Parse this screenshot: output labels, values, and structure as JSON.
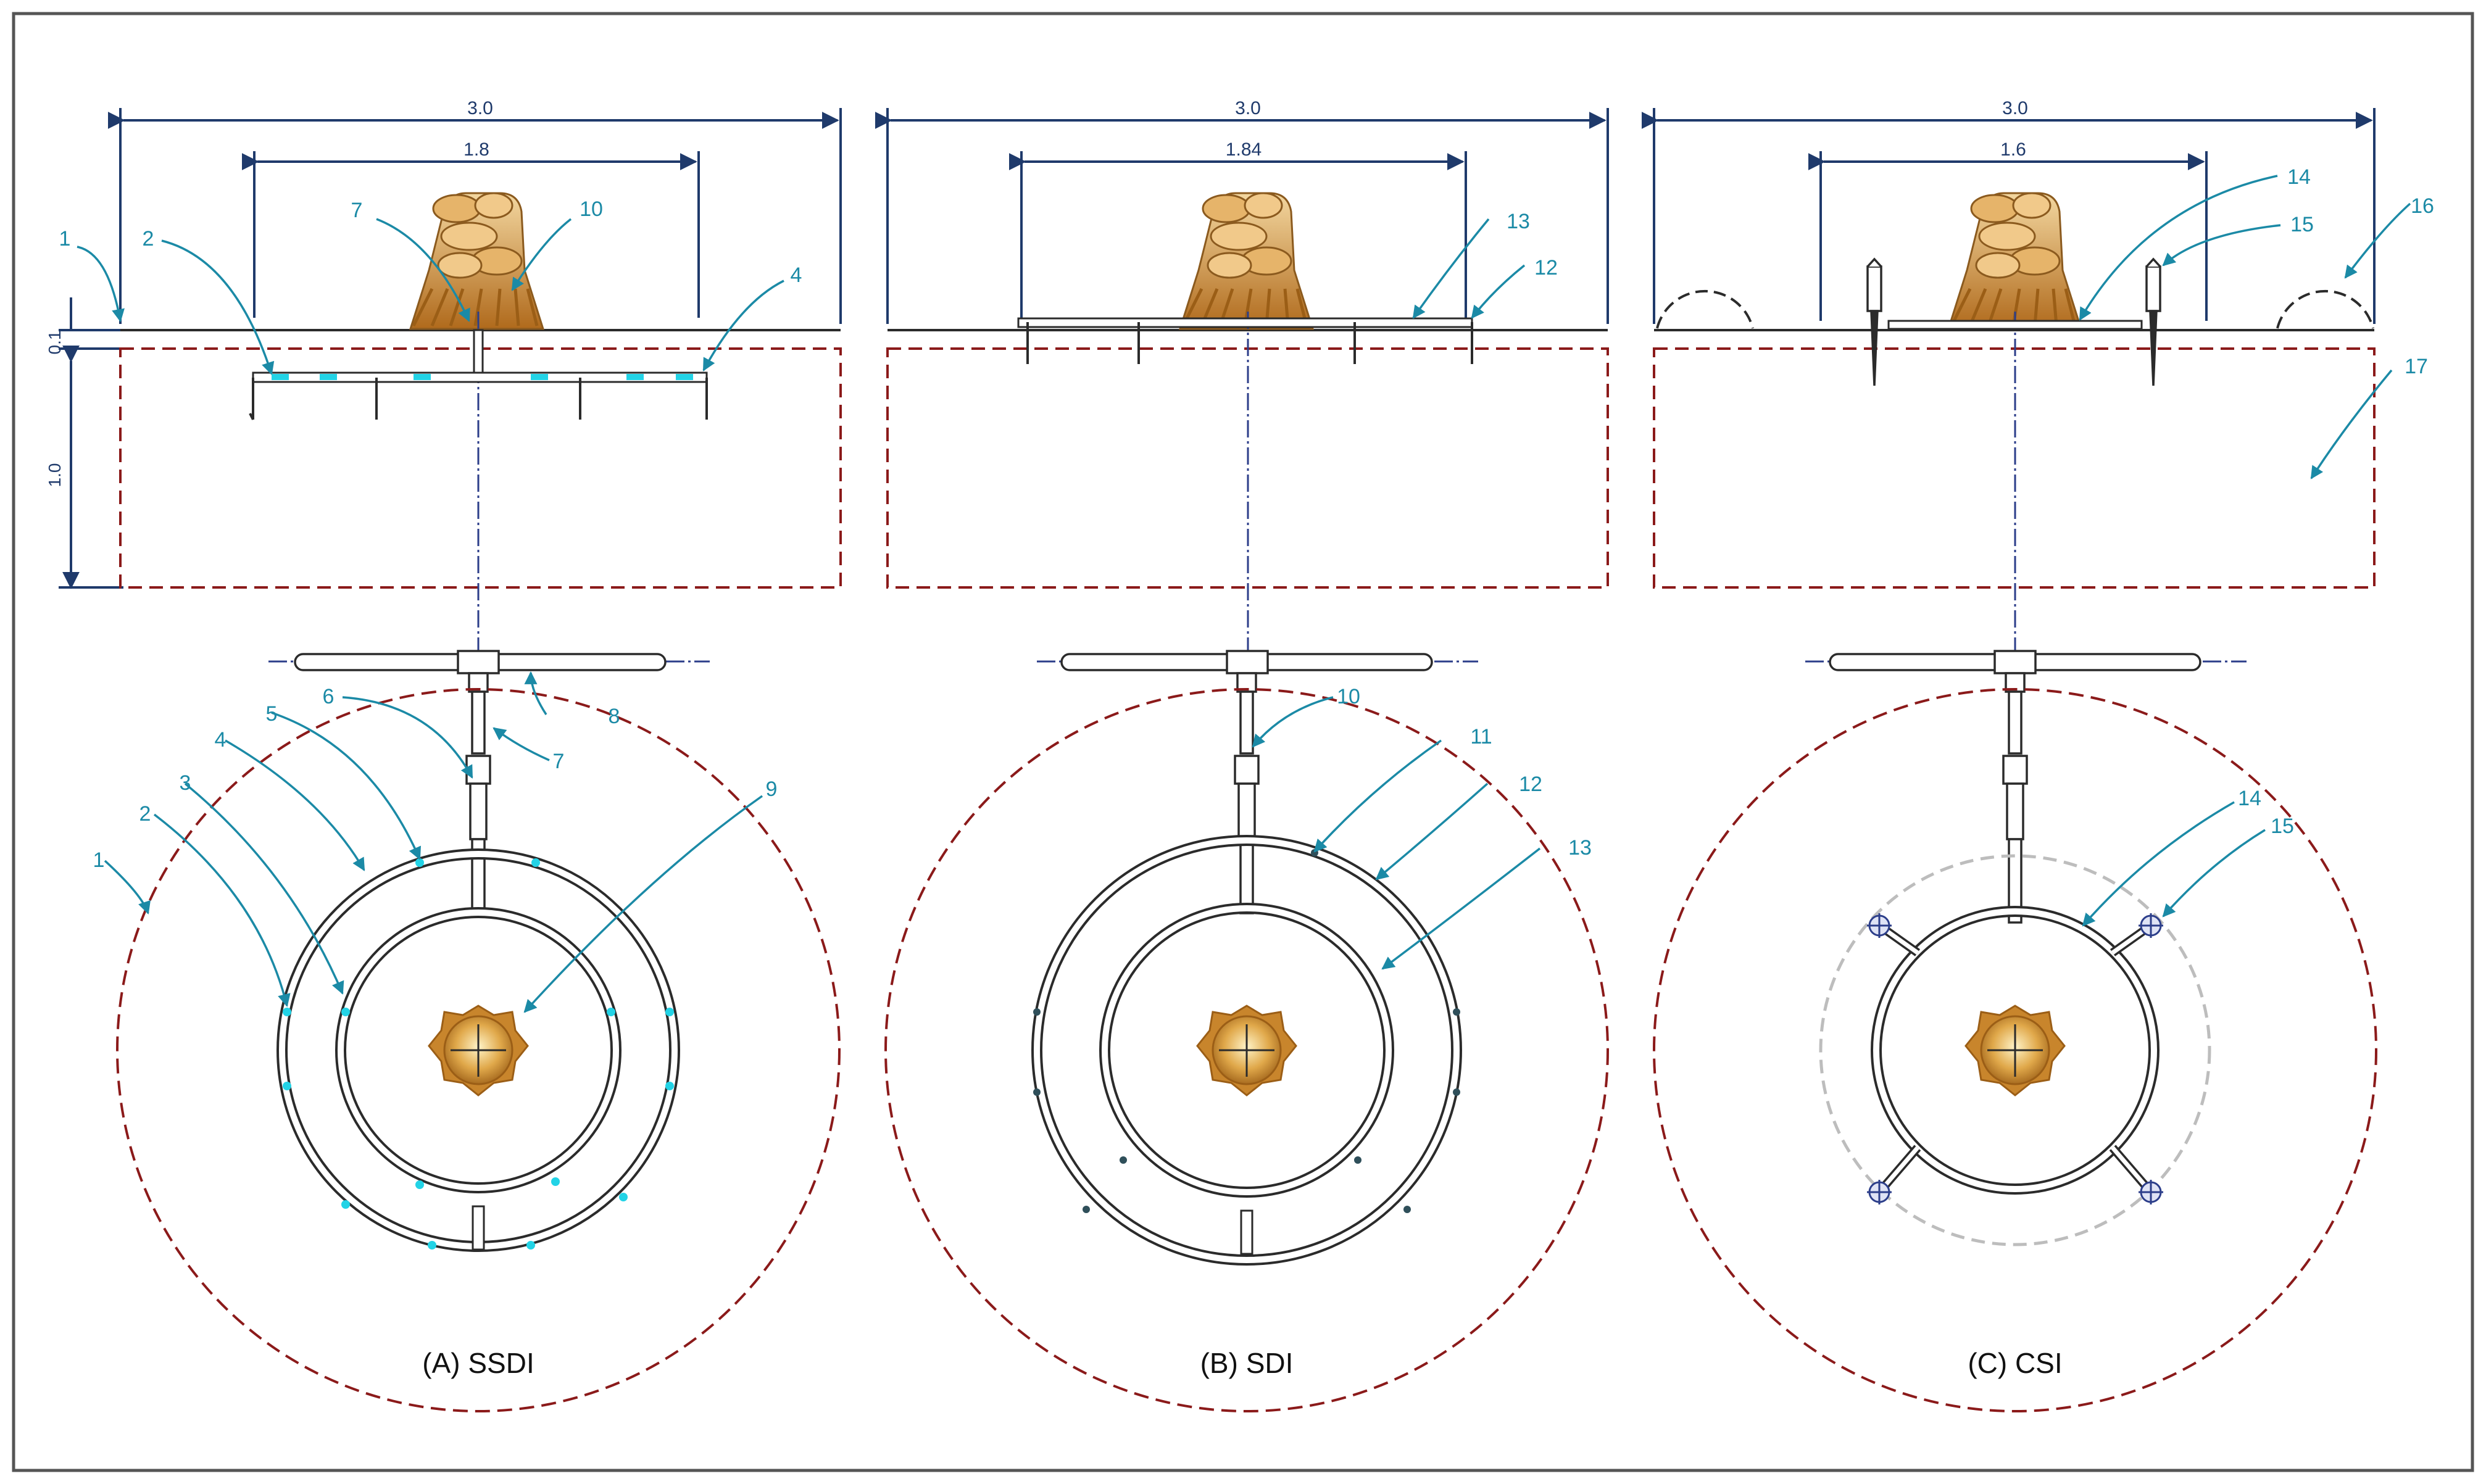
{
  "panels": [
    {
      "id": "A",
      "caption": "(A) SSDI",
      "dims": {
        "outer": "3.0",
        "inner": "1.8"
      },
      "depth_labels": {
        "top": "0.1",
        "bottom": "1.0"
      },
      "elev_callouts": [
        "1",
        "2",
        "7",
        "10",
        "4"
      ],
      "plan_callouts": [
        "6",
        "8",
        "7",
        "5",
        "4",
        "3",
        "2",
        "1",
        "9"
      ]
    },
    {
      "id": "B",
      "caption": "(B) SDI",
      "dims": {
        "outer": "3.0",
        "inner": "1.84"
      },
      "elev_callouts": [
        "13",
        "12"
      ],
      "plan_callouts": [
        "10",
        "11",
        "12",
        "13"
      ]
    },
    {
      "id": "C",
      "caption": "(C) CSI",
      "dims": {
        "outer": "3.0",
        "inner": "1.6"
      },
      "elev_callouts": [
        "14",
        "15",
        "16",
        "17"
      ],
      "plan_callouts": [
        "14",
        "15"
      ]
    }
  ],
  "colors": {
    "line": "#2b2b2b",
    "dimension": "#1f3a6b",
    "callout": "#1b8aa6",
    "boundary_dash": "#8b1a1a",
    "emitter": "#22d3e6",
    "plant": "#c8852c",
    "axis": "#2c3e8a"
  }
}
